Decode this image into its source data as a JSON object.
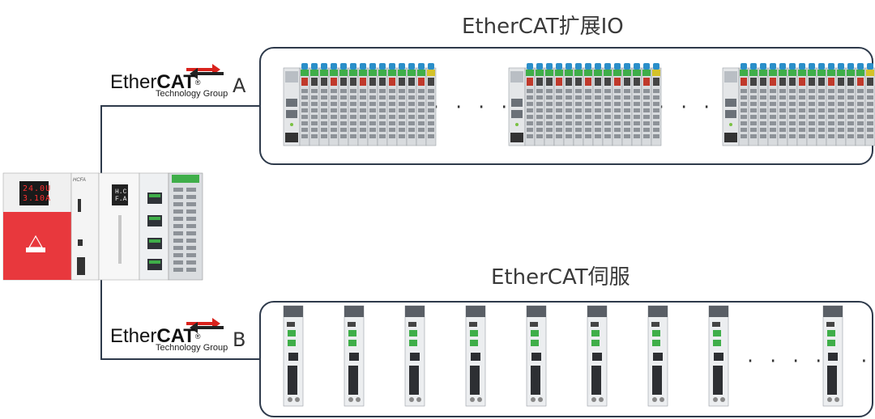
{
  "io_group": {
    "title": "EtherCAT扩展IO",
    "port": "A",
    "ellipsis": "· · · · · ·"
  },
  "servo_group": {
    "title": "EtherCAT伺服",
    "port": "B",
    "ellipsis": "· · · · · ·"
  },
  "ethercat_logo": {
    "brand_prefix": "Ether",
    "brand_suffix": "CAT",
    "registered": "®",
    "tagline": "Technology Group"
  },
  "controller": {
    "display_line1": "24.0U",
    "display_line2": "3.10A",
    "brand": "HCFA",
    "side_label_1": "H.C",
    "side_label_2": "F.A"
  },
  "colors": {
    "panel_border": "#2e3a4b",
    "ethercat_red": "#d9221c",
    "psu_red": "#e8383d",
    "io_green": "#3fae49"
  }
}
